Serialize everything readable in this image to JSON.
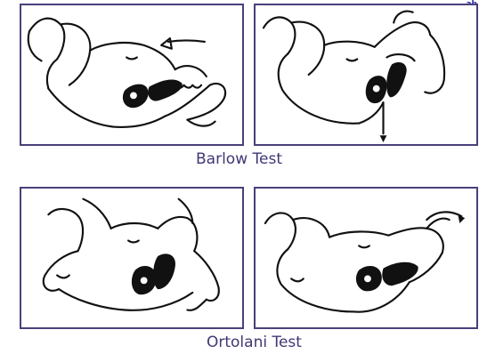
{
  "figures": {
    "barlow": {
      "caption": "Barlow Test"
    },
    "ortolani": {
      "caption": "Ortolani Test"
    }
  },
  "corner_text": "ab",
  "colors": {
    "frame": "#4b3f7a",
    "caption": "#3f3875",
    "ink": "#111111"
  }
}
